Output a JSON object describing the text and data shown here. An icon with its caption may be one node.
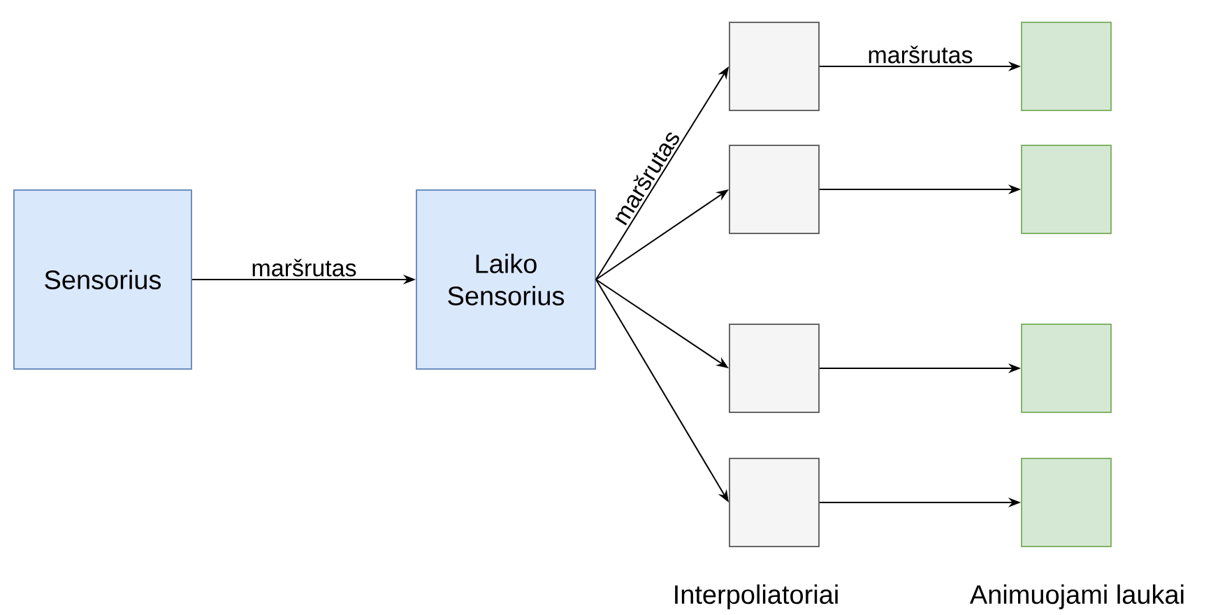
{
  "diagram": {
    "nodes": [
      {
        "text": [
          "Sensorius"
        ]
      },
      {
        "text": [
          "Laiko Sensorius"
        ]
      },
      {
        "text": [],
        "shape": "box"
      },
      {
        "text": [],
        "shape": "box"
      },
      {
        "text": [],
        "shape": "box"
      },
      {
        "text": [],
        "shape": "box"
      },
      {
        "text": [],
        "shape": "box"
      },
      {
        "text": [],
        "shape": "box"
      },
      {
        "text": [],
        "shape": "box"
      },
      {
        "text": [],
        "shape": "box"
      }
    ],
    "edges": [
      {
        "from": 0,
        "to": 1,
        "arrow": "to",
        "label": "maršrutas"
      },
      {
        "from": 1,
        "to": 2,
        "arrow": "to",
        "label": "maršrutas"
      },
      {
        "from": 1,
        "to": 3,
        "arrow": "to"
      },
      {
        "from": 1,
        "to": 4,
        "arrow": "to"
      },
      {
        "from": 1,
        "to": 5,
        "arrow": "to"
      },
      {
        "from": 2,
        "to": 6,
        "arrow": "to",
        "label": "maršrutas"
      },
      {
        "from": 3,
        "to": 7,
        "arrow": "to"
      },
      {
        "from": 4,
        "to": 8,
        "arrow": "to"
      },
      {
        "from": 5,
        "to": 9,
        "arrow": "to"
      }
    ],
    "labels": [
      "Interpoliatoriai",
      "Animuojami laukai"
    ]
  }
}
